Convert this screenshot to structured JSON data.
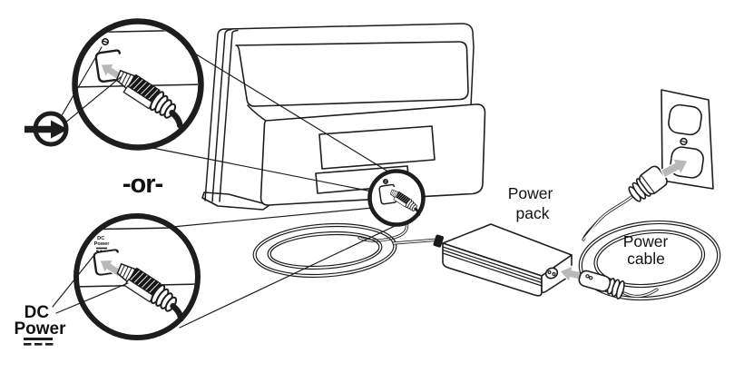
{
  "colors": {
    "line": "#1d1d1d",
    "arrow_fill": "#b9b9b9",
    "background": "#ffffff"
  },
  "labels": {
    "or_divider": "-or-",
    "dc_power_label": {
      "line1": "DC",
      "line2": "Power"
    },
    "dc_port_tiny_label": {
      "line1": "DC",
      "line2": "Power"
    },
    "power_pack_label": {
      "line1": "Power",
      "line2": "pack"
    },
    "power_cable_label": {
      "line1": "Power",
      "line2": "cable"
    }
  },
  "icons": {
    "power_input_icon": "arrow-in-circle",
    "insertion_arrow_icon": "gray-insertion-arrow",
    "dc_symbol_icon": "solid-line-over-dashed-line",
    "screw_icon": "screw-head"
  }
}
